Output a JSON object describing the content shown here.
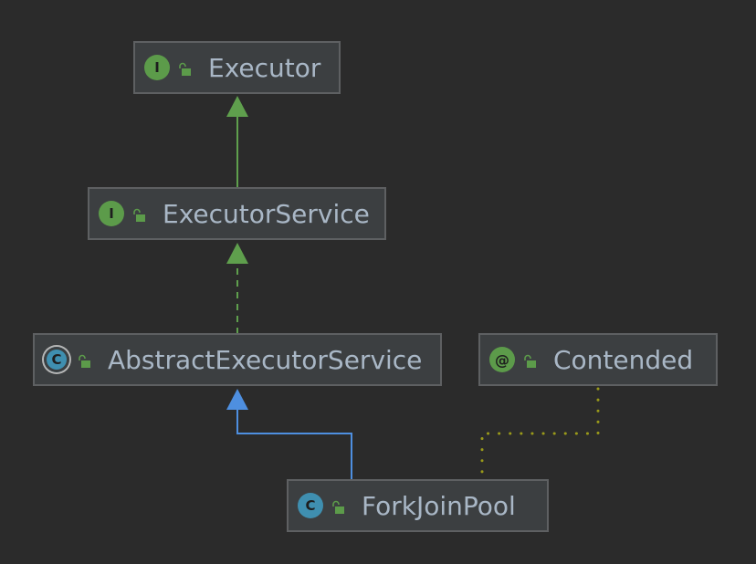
{
  "diagram": {
    "nodes": [
      {
        "id": "executor",
        "label": "Executor",
        "kind": "interface",
        "kind_letter": "I",
        "visibility_icon": "public-lock-icon"
      },
      {
        "id": "executor-service",
        "label": "ExecutorService",
        "kind": "interface",
        "kind_letter": "I",
        "visibility_icon": "public-lock-icon"
      },
      {
        "id": "abstract-executor-service",
        "label": "AbstractExecutorService",
        "kind": "abstract-class",
        "kind_letter": "C",
        "visibility_icon": "public-lock-icon"
      },
      {
        "id": "contended",
        "label": "Contended",
        "kind": "annotation",
        "kind_letter": "@",
        "visibility_icon": "public-lock-icon"
      },
      {
        "id": "fork-join-pool",
        "label": "ForkJoinPool",
        "kind": "class",
        "kind_letter": "C",
        "visibility_icon": "public-lock-icon"
      }
    ],
    "edges": [
      {
        "from": "executor-service",
        "to": "executor",
        "type": "extends-interface",
        "style": "solid",
        "color": "#5f9f4d"
      },
      {
        "from": "abstract-executor-service",
        "to": "executor-service",
        "type": "implements",
        "style": "dashed",
        "color": "#5f9f4d"
      },
      {
        "from": "fork-join-pool",
        "to": "abstract-executor-service",
        "type": "extends",
        "style": "solid",
        "color": "#4e8fe0"
      },
      {
        "from": "fork-join-pool",
        "to": "contended",
        "type": "annotated-by",
        "style": "dotted",
        "color": "#9a9a1a"
      }
    ]
  },
  "colors": {
    "background": "#2b2b2b",
    "node_fill": "#3c3f41",
    "node_border": "#5e6062",
    "text": "#a9b7c6",
    "interface_badge": "#5c9b4a",
    "class_badge": "#3f8fb0",
    "lock_icon": "#5c9b4a"
  }
}
